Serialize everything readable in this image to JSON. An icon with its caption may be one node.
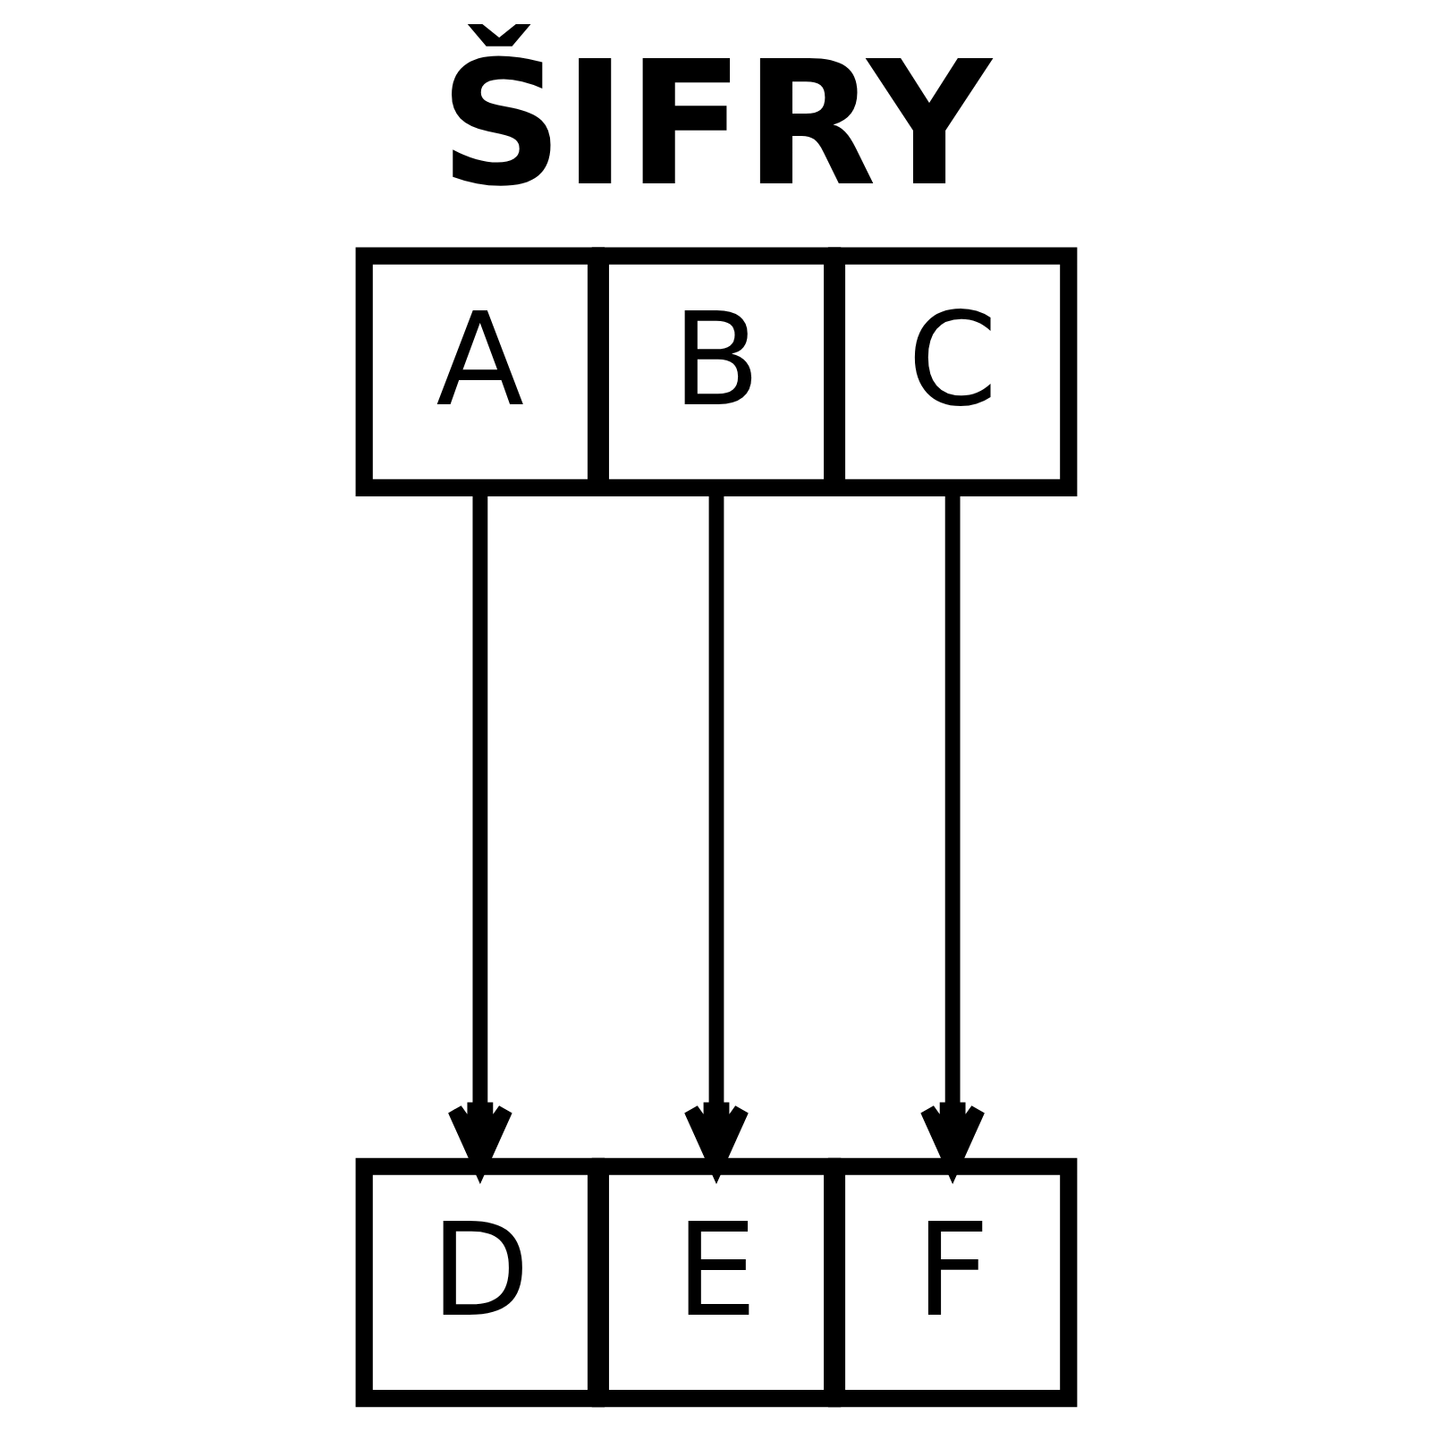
{
  "diagram": {
    "title": "ŠIFRY",
    "nodes": [
      {
        "text": [
          "A"
        ]
      },
      {
        "text": [
          "B"
        ]
      },
      {
        "text": [
          "C"
        ]
      },
      {
        "text": [
          "D"
        ]
      },
      {
        "text": [
          "E"
        ]
      },
      {
        "text": [
          "F"
        ]
      }
    ],
    "edges": [
      {
        "from": 0,
        "to": 3,
        "arrow": "to"
      },
      {
        "from": 1,
        "to": 4,
        "arrow": "to"
      },
      {
        "from": 2,
        "to": 5,
        "arrow": "to"
      }
    ]
  }
}
